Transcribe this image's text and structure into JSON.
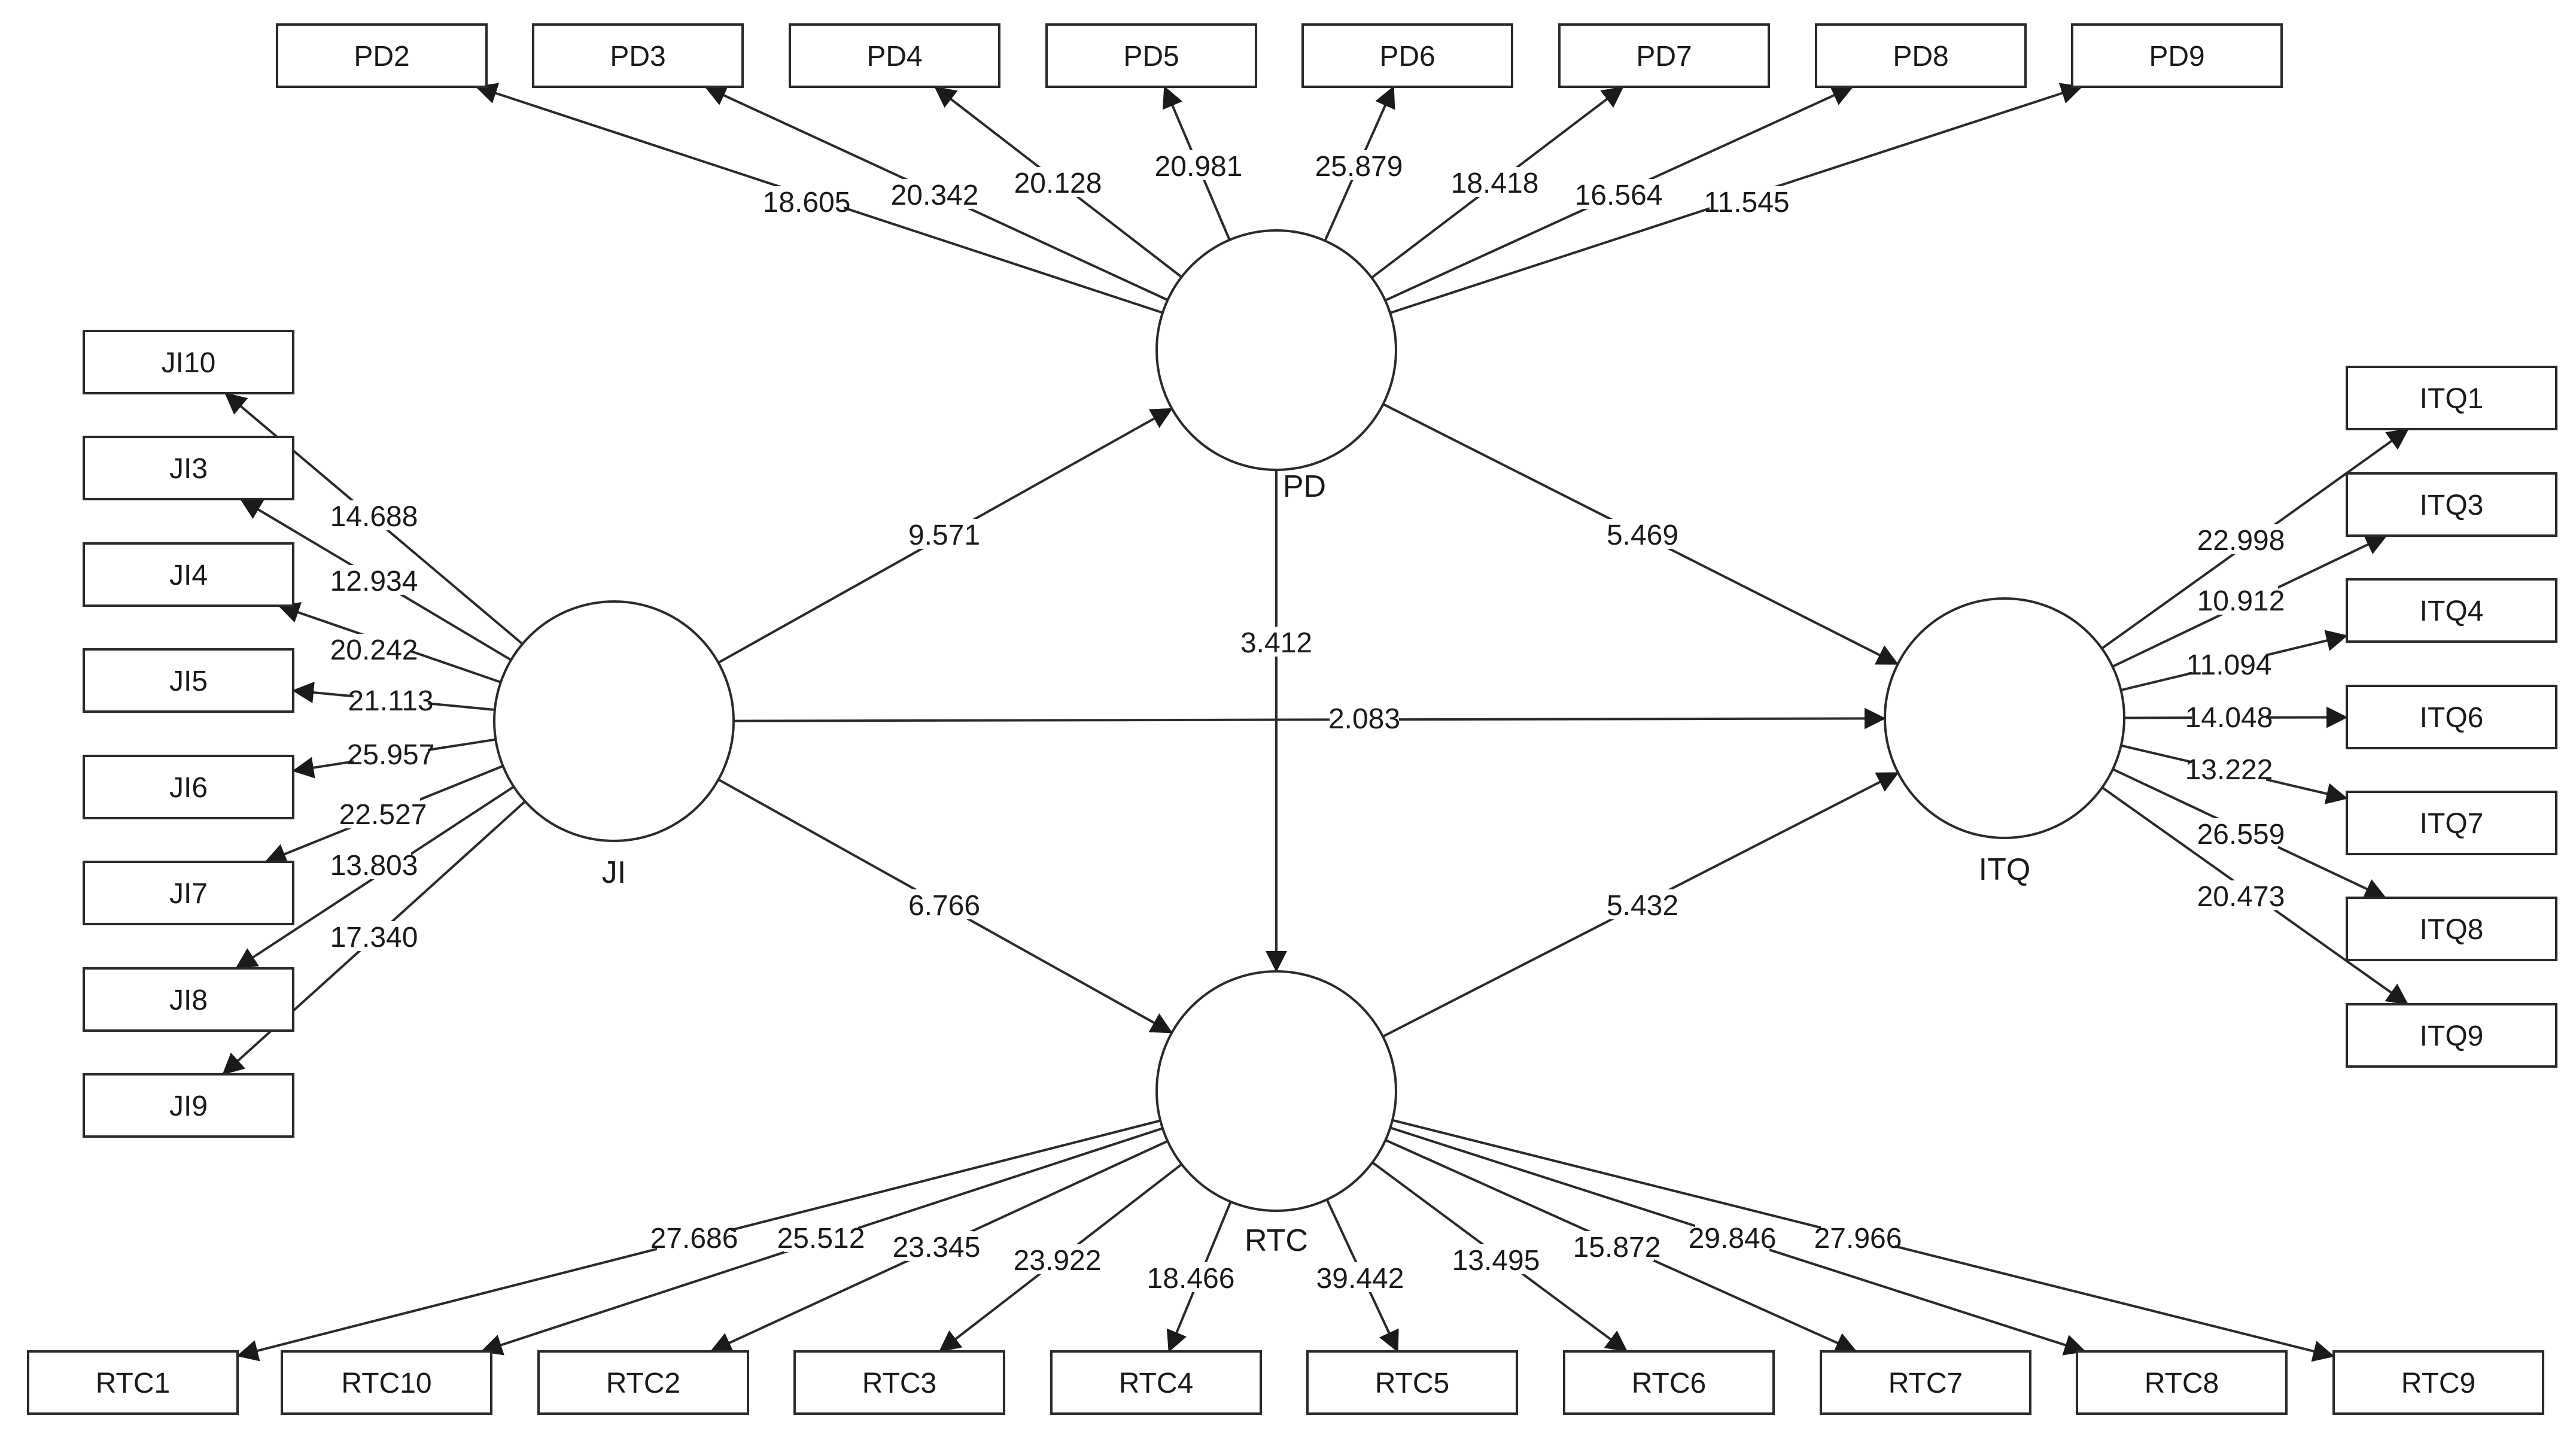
{
  "constructs": [
    {
      "id": "PD",
      "label": "PD"
    },
    {
      "id": "JI",
      "label": "JI"
    },
    {
      "id": "ITQ",
      "label": "ITQ"
    },
    {
      "id": "RTC",
      "label": "RTC"
    }
  ],
  "indicators": [
    {
      "id": "PD2",
      "label": "PD2"
    },
    {
      "id": "PD3",
      "label": "PD3"
    },
    {
      "id": "PD4",
      "label": "PD4"
    },
    {
      "id": "PD5",
      "label": "PD5"
    },
    {
      "id": "PD6",
      "label": "PD6"
    },
    {
      "id": "PD7",
      "label": "PD7"
    },
    {
      "id": "PD8",
      "label": "PD8"
    },
    {
      "id": "PD9",
      "label": "PD9"
    },
    {
      "id": "JI10",
      "label": "JI10"
    },
    {
      "id": "JI3",
      "label": "JI3"
    },
    {
      "id": "JI4",
      "label": "JI4"
    },
    {
      "id": "JI5",
      "label": "JI5"
    },
    {
      "id": "JI6",
      "label": "JI6"
    },
    {
      "id": "JI7",
      "label": "JI7"
    },
    {
      "id": "JI8",
      "label": "JI8"
    },
    {
      "id": "JI9",
      "label": "JI9"
    },
    {
      "id": "ITQ1",
      "label": "ITQ1"
    },
    {
      "id": "ITQ3",
      "label": "ITQ3"
    },
    {
      "id": "ITQ4",
      "label": "ITQ4"
    },
    {
      "id": "ITQ6",
      "label": "ITQ6"
    },
    {
      "id": "ITQ7",
      "label": "ITQ7"
    },
    {
      "id": "ITQ8",
      "label": "ITQ8"
    },
    {
      "id": "ITQ9",
      "label": "ITQ9"
    },
    {
      "id": "RTC1",
      "label": "RTC1"
    },
    {
      "id": "RTC10",
      "label": "RTC10"
    },
    {
      "id": "RTC2",
      "label": "RTC2"
    },
    {
      "id": "RTC3",
      "label": "RTC3"
    },
    {
      "id": "RTC4",
      "label": "RTC4"
    },
    {
      "id": "RTC5",
      "label": "RTC5"
    },
    {
      "id": "RTC6",
      "label": "RTC6"
    },
    {
      "id": "RTC7",
      "label": "RTC7"
    },
    {
      "id": "RTC8",
      "label": "RTC8"
    },
    {
      "id": "RTC9",
      "label": "RTC9"
    }
  ],
  "outer_paths": [
    {
      "from": "PD",
      "to": "PD2",
      "value": "18.605"
    },
    {
      "from": "PD",
      "to": "PD3",
      "value": "20.342"
    },
    {
      "from": "PD",
      "to": "PD4",
      "value": "20.128"
    },
    {
      "from": "PD",
      "to": "PD5",
      "value": "20.981"
    },
    {
      "from": "PD",
      "to": "PD6",
      "value": "25.879"
    },
    {
      "from": "PD",
      "to": "PD7",
      "value": "18.418"
    },
    {
      "from": "PD",
      "to": "PD8",
      "value": "16.564"
    },
    {
      "from": "PD",
      "to": "PD9",
      "value": "11.545"
    },
    {
      "from": "JI",
      "to": "JI10",
      "value": "14.688"
    },
    {
      "from": "JI",
      "to": "JI3",
      "value": "12.934"
    },
    {
      "from": "JI",
      "to": "JI4",
      "value": "20.242"
    },
    {
      "from": "JI",
      "to": "JI5",
      "value": "21.113"
    },
    {
      "from": "JI",
      "to": "JI6",
      "value": "25.957"
    },
    {
      "from": "JI",
      "to": "JI7",
      "value": "22.527"
    },
    {
      "from": "JI",
      "to": "JI8",
      "value": "13.803"
    },
    {
      "from": "JI",
      "to": "JI9",
      "value": "17.340"
    },
    {
      "from": "ITQ",
      "to": "ITQ1",
      "value": "22.998"
    },
    {
      "from": "ITQ",
      "to": "ITQ3",
      "value": "10.912"
    },
    {
      "from": "ITQ",
      "to": "ITQ4",
      "value": "11.094"
    },
    {
      "from": "ITQ",
      "to": "ITQ6",
      "value": "14.048"
    },
    {
      "from": "ITQ",
      "to": "ITQ7",
      "value": "13.222"
    },
    {
      "from": "ITQ",
      "to": "ITQ8",
      "value": "26.559"
    },
    {
      "from": "ITQ",
      "to": "ITQ9",
      "value": "20.473"
    },
    {
      "from": "RTC",
      "to": "RTC1",
      "value": "27.686"
    },
    {
      "from": "RTC",
      "to": "RTC10",
      "value": "25.512"
    },
    {
      "from": "RTC",
      "to": "RTC2",
      "value": "23.345"
    },
    {
      "from": "RTC",
      "to": "RTC3",
      "value": "23.922"
    },
    {
      "from": "RTC",
      "to": "RTC4",
      "value": "18.466"
    },
    {
      "from": "RTC",
      "to": "RTC5",
      "value": "39.442"
    },
    {
      "from": "RTC",
      "to": "RTC6",
      "value": "13.495"
    },
    {
      "from": "RTC",
      "to": "RTC7",
      "value": "15.872"
    },
    {
      "from": "RTC",
      "to": "RTC8",
      "value": "29.846"
    },
    {
      "from": "RTC",
      "to": "RTC9",
      "value": "27.966"
    }
  ],
  "inner_paths": [
    {
      "from": "JI",
      "to": "PD",
      "value": "9.571"
    },
    {
      "from": "JI",
      "to": "ITQ",
      "value": "2.083"
    },
    {
      "from": "JI",
      "to": "RTC",
      "value": "6.766"
    },
    {
      "from": "PD",
      "to": "ITQ",
      "value": "5.469"
    },
    {
      "from": "PD",
      "to": "RTC",
      "value": "3.412"
    },
    {
      "from": "RTC",
      "to": "ITQ",
      "value": "5.432"
    }
  ]
}
